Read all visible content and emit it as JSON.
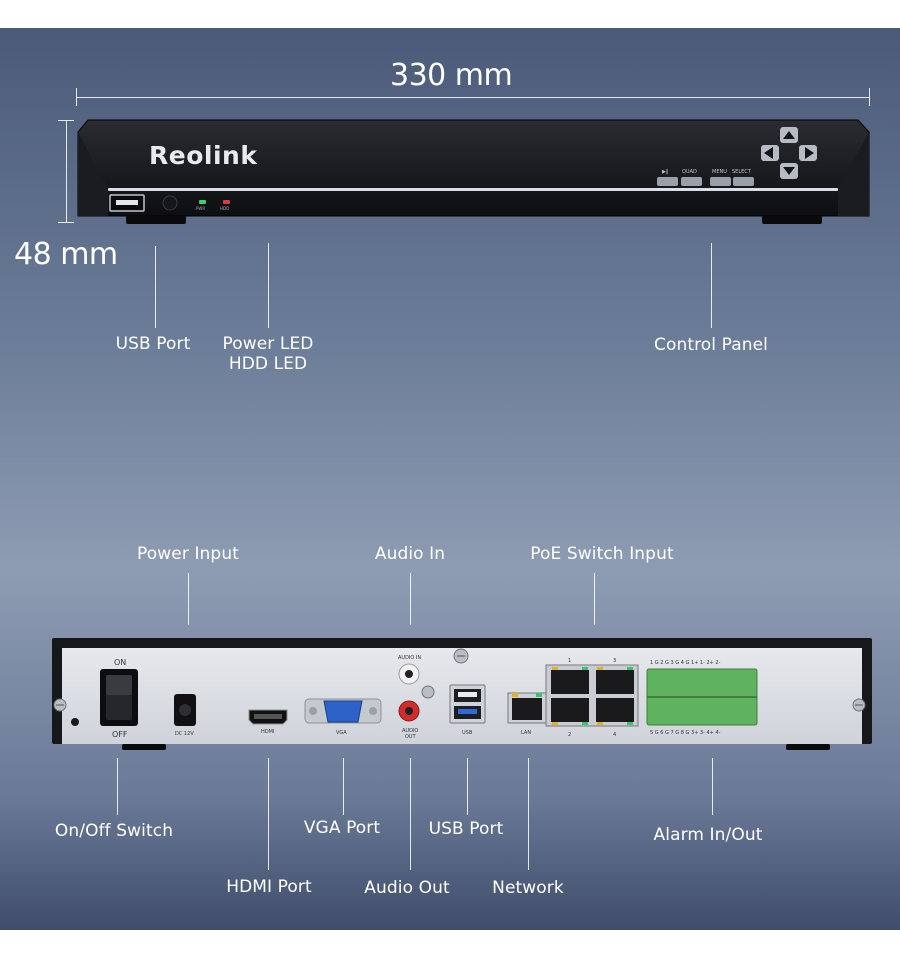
{
  "dimensions": {
    "width": "330 mm",
    "height": "48 mm"
  },
  "front": {
    "brand": "Reolink",
    "led_labels": [
      "PWR",
      "HDD"
    ],
    "button_labels": [
      "▶‖",
      "QUAD",
      "MENU",
      "SELECT"
    ]
  },
  "back": {
    "switch_on": "ON",
    "switch_off": "OFF",
    "port_labels": {
      "dc": "DC 12V",
      "hdmi": "HDMI",
      "vga": "VGA",
      "audio_in": "AUDIO IN",
      "audio_out_1": "AUDIO",
      "audio_out_2": "OUT",
      "usb": "USB",
      "lan": "LAN",
      "poe_top_1": "1",
      "poe_top_3": "3",
      "poe_bottom_2": "2",
      "poe_bottom_4": "4",
      "alarm_top": "1 G 2 G 3 G 4 G 1+ 1- 2+ 2-",
      "alarm_bottom": "5 G 6 G 7 G 8 G 3+ 3- 4+ 4-"
    }
  },
  "callouts": {
    "usb_port_front": "USB Port",
    "power_led": "Power LED",
    "hdd_led": "HDD LED",
    "control_panel": "Control Panel",
    "power_input": "Power Input",
    "audio_in": "Audio In",
    "poe_switch_input": "PoE Switch Input",
    "on_off_switch": "On/Off Switch",
    "vga_port": "VGA Port",
    "usb_port_back": "USB Port",
    "alarm_in_out": "Alarm In/Out",
    "hdmi_port": "HDMI Port",
    "audio_out": "Audio Out",
    "network": "Network"
  }
}
